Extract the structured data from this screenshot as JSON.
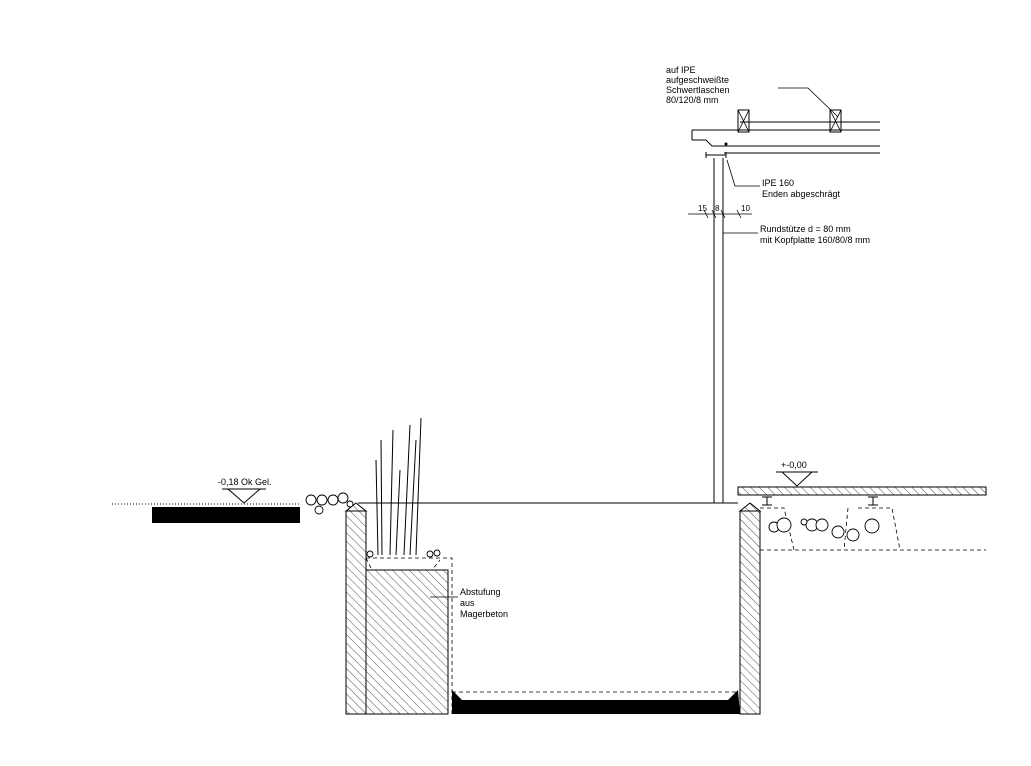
{
  "labels": {
    "plate_note": [
      "auf IPE",
      "aufgeschweißte",
      "Schwertlaschen",
      "80/120/8 mm"
    ],
    "ipe_note": [
      "IPE 160",
      "Enden abgeschrägt"
    ],
    "dims": [
      "15",
      "8",
      "10"
    ],
    "column_note": [
      "Rundstütze d = 80 mm",
      "mit Kopfplatte 160/80/8 mm"
    ],
    "level_left": "-0,18 Ok Gel.",
    "level_right": "+-0,00",
    "step_note": [
      "Abstufung",
      "aus",
      "Magerbeton"
    ]
  }
}
